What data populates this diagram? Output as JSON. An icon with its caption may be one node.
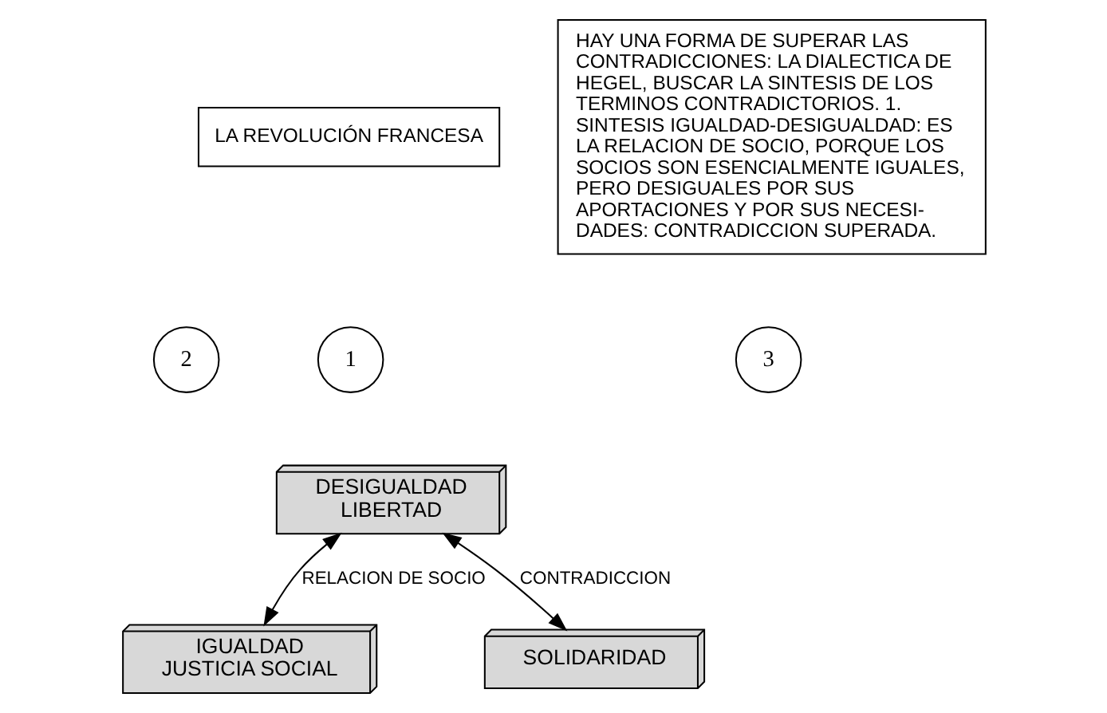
{
  "diagram": {
    "nodes": [
      {
        "text": [
          "LA REVOLUCIÓN FRANCESA"
        ]
      },
      {
        "text": [
          "HAY UNA FORMA DE SUPERAR LAS CONTRADICCIONES: LA DIALECTICA DE HEGEL, BUSCAR LA SINTESIS DE LOS TERMINOS CONTRADICTORIOS. 1. SINTESIS IGUALDAD-DESIGUALDAD: ES LA RELACION DE SOCIO, PORQUE LOS SOCIOS SON ESENCIALMENTE IGUALES, PERO DESIGUALES POR SUS APORTACIONES Y POR SUS NECESI- DADES: CONTRADICCION SUPERADA."
        ]
      },
      {
        "text": [
          "1"
        ]
      },
      {
        "text": [
          "2"
        ]
      },
      {
        "text": [
          "DESIGUALDAD",
          "LIBERTAD"
        ]
      },
      {
        "text": [
          "IGUALDAD",
          "JUSTICIA SOCIAL"
        ]
      },
      {
        "text": [
          "3"
        ]
      },
      {
        "text": [
          "SOLIDARIDAD"
        ]
      }
    ],
    "edges": [
      {
        "from": 4,
        "to": 5,
        "arrow": "both",
        "label": "RELACION DE SOCIO"
      },
      {
        "from": 4,
        "to": 7,
        "arrow": "both",
        "label": "CONTRADICCION"
      }
    ]
  }
}
